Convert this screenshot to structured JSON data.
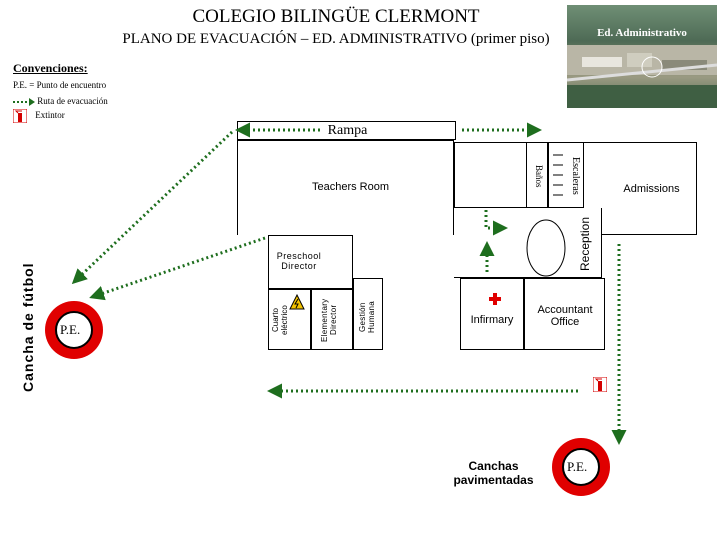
{
  "header": {
    "title": "COLEGIO BILINGÜE CLERMONT",
    "subtitle": "PLANO DE EVACUACIÓN – ED. ADMINISTRATIVO (primer piso)"
  },
  "photo": {
    "caption": "Ed. Administrativo"
  },
  "legend": {
    "heading": "Convenciones:",
    "items": [
      {
        "symbol": "P.E.",
        "text": "= Punto de encuentro"
      },
      {
        "text": "Ruta de evacuación"
      },
      {
        "text": "Extintor"
      }
    ]
  },
  "rooms": {
    "rampa": "Rampa",
    "teachers_room": "Teachers Room",
    "bathroom": "Baños",
    "stairs": "Escaleras",
    "admissions": "Admissions",
    "reception": "Reception",
    "preschool_director": "Preschool Director",
    "electric_room": "Cuarto eléctrico",
    "elementary_director": "Elementary Director",
    "human_resources": "Gestión Humana",
    "infirmary": "Infirmary",
    "accountant_office": "Accountant Office"
  },
  "outdoor": {
    "football_field": "Cancha de fútbol",
    "paved_courts": "Canchas pavimentadas"
  },
  "meeting_points": {
    "left": "P.E.",
    "right": "P.E."
  },
  "colors": {
    "route": "#1e6e1e",
    "meeting_point": "#e00000",
    "extinguisher": "#d40000",
    "first_aid": "#e00000"
  }
}
